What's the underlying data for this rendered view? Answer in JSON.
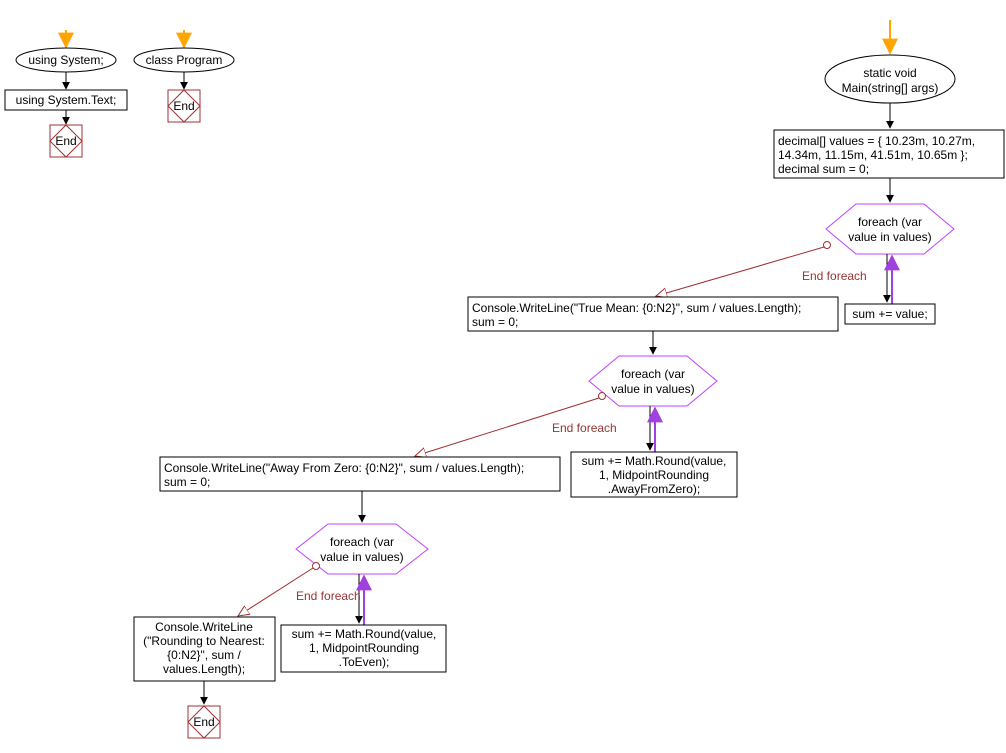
{
  "colors": {
    "start_arrow": "#ffa500",
    "loop_shape": "#bf40ff",
    "loop_back_arrow": "#a040e0",
    "end_shape": "#a03030",
    "exit_edge": "#a03030",
    "exit_label": "#993333",
    "box_border": "#000000"
  },
  "flows": {
    "using": {
      "start": "using System;",
      "stmt": "using System.Text;",
      "end": "End"
    },
    "class": {
      "start": "class Program",
      "end": "End"
    },
    "main": {
      "start_lines": [
        "static void",
        "Main(string[] args)"
      ],
      "init_lines": [
        "decimal[] values = { 10.23m, 10.27m,",
        "14.34m, 11.15m, 41.51m, 10.65m };",
        "decimal sum = 0;"
      ],
      "loops": [
        {
          "cond_lines": [
            "foreach (var",
            "value in values)"
          ],
          "exit_label": "End foreach",
          "body_lines": [
            "sum += value;"
          ],
          "after_lines": [
            "Console.WriteLine(\"True Mean: {0:N2}\", sum / values.Length);",
            "sum = 0;"
          ]
        },
        {
          "cond_lines": [
            "foreach (var",
            "value in values)"
          ],
          "exit_label": "End foreach",
          "body_lines": [
            "sum += Math.Round(value,",
            "1, MidpointRounding",
            ".AwayFromZero);"
          ],
          "after_lines": [
            "Console.WriteLine(\"Away From Zero: {0:N2}\", sum / values.Length);",
            "sum = 0;"
          ]
        },
        {
          "cond_lines": [
            "foreach (var",
            "value in values)"
          ],
          "exit_label": "End foreach",
          "body_lines": [
            "sum += Math.Round(value,",
            "1, MidpointRounding",
            ".ToEven);"
          ],
          "after_lines": [
            "Console.WriteLine",
            "(\"Rounding to Nearest:",
            "{0:N2}\", sum /",
            "values.Length);"
          ]
        }
      ],
      "end": "End"
    }
  }
}
